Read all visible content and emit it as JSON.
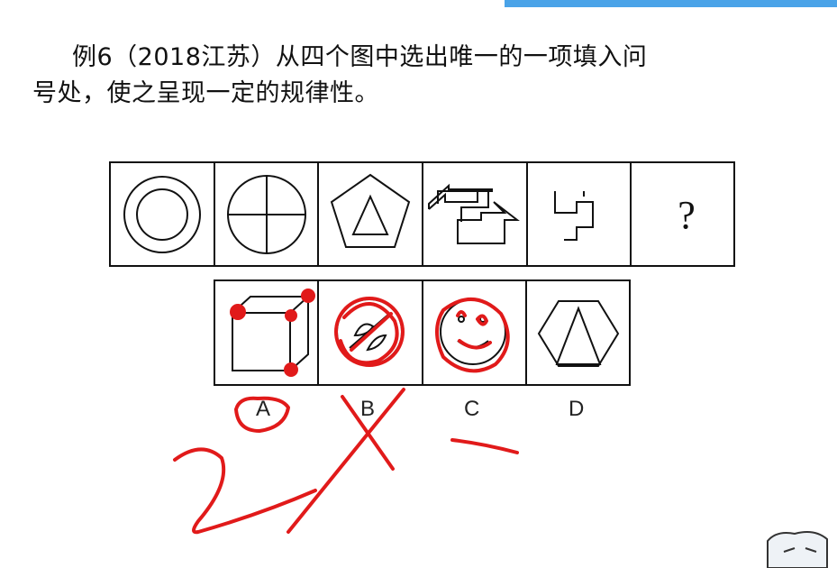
{
  "question": {
    "indent": "",
    "line1": "例6（2018江苏）从四个图中选出唯一的一项填入问",
    "line2": "号处，使之呈现一定的规律性。"
  },
  "sequence": {
    "placeholder": "?"
  },
  "options": [
    {
      "label": "A"
    },
    {
      "label": "B"
    },
    {
      "label": "C"
    },
    {
      "label": "D"
    }
  ],
  "colors": {
    "ink": "#111111",
    "annotation": "#e11a1a",
    "header": "#4aa3e8"
  },
  "icons": [
    "double-circle-icon",
    "circle-cross-icon",
    "pentagon-triangle-icon",
    "arrow-path-icon",
    "zigzag-line-icon",
    "cube-icon",
    "no-sign-icon",
    "smiley-icon",
    "hexagon-triangle-icon",
    "mascot-icon"
  ]
}
